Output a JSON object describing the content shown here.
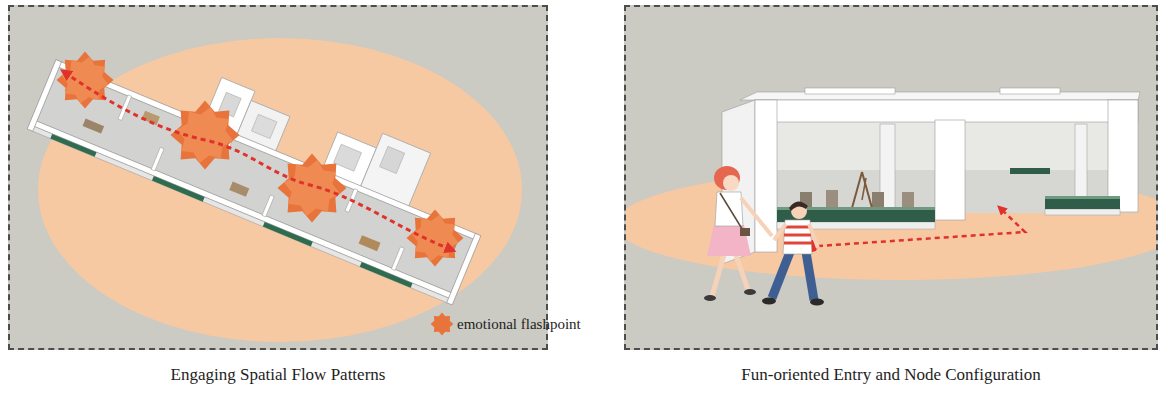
{
  "diagram": {
    "nodes": [
      {
        "text": [
          "Engaging Spatial Flow Patterns"
        ]
      },
      {
        "text": [
          "Fun-oriented Entry and Node Configuration"
        ]
      }
    ],
    "legend": [
      {
        "text": "emotional flashpoint",
        "color": "#e8743b"
      }
    ]
  }
}
